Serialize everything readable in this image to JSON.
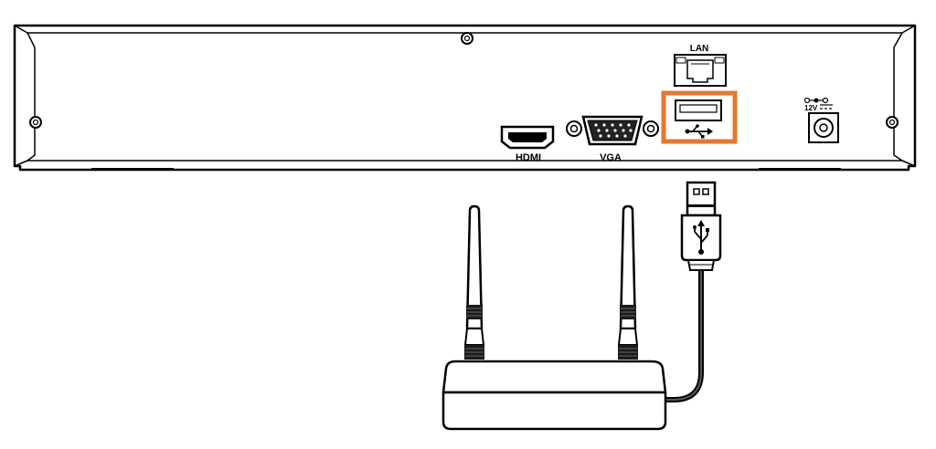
{
  "ports": {
    "lan_label": "LAN",
    "hdmi_label": "HDMI",
    "vga_label": "VGA",
    "usb_symbol": "usb-icon",
    "power_label": "12V"
  },
  "highlight": {
    "target": "usb-port",
    "color": "#e8772e"
  },
  "colors": {
    "outline": "#000000",
    "background": "#ffffff"
  }
}
